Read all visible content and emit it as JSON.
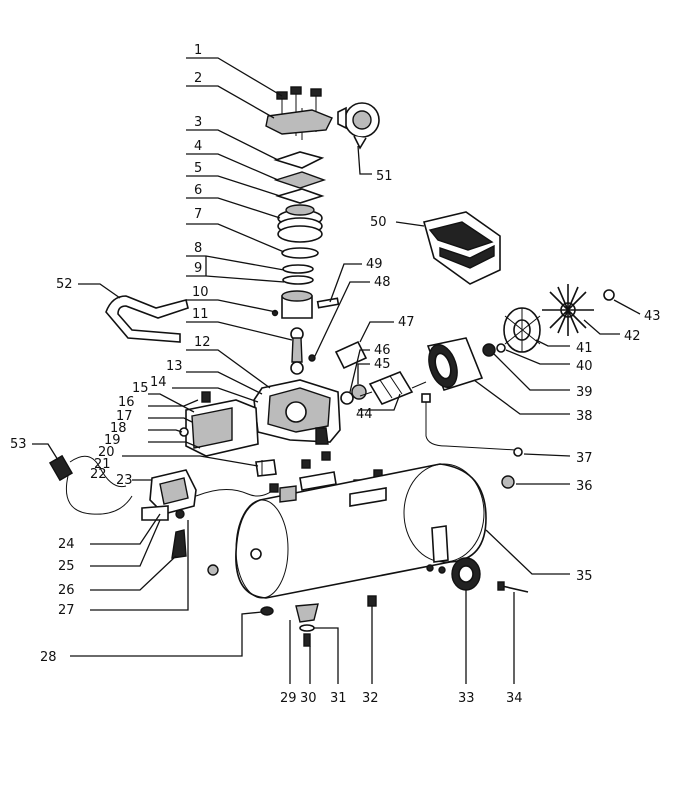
{
  "labels": [
    "1",
    "2",
    "3",
    "4",
    "5",
    "6",
    "7",
    "8",
    "9",
    "10",
    "11",
    "12",
    "13",
    "14",
    "15",
    "16",
    "17",
    "18",
    "19",
    "20",
    "21",
    "22",
    "23",
    "24",
    "25",
    "26",
    "27",
    "28",
    "29",
    "30",
    "31",
    "32",
    "33",
    "34",
    "35",
    "36",
    "37",
    "38",
    "39",
    "40",
    "41",
    "42",
    "43",
    "44",
    "45",
    "46",
    "47",
    "48",
    "49",
    "50",
    "51",
    "52",
    "53"
  ]
}
